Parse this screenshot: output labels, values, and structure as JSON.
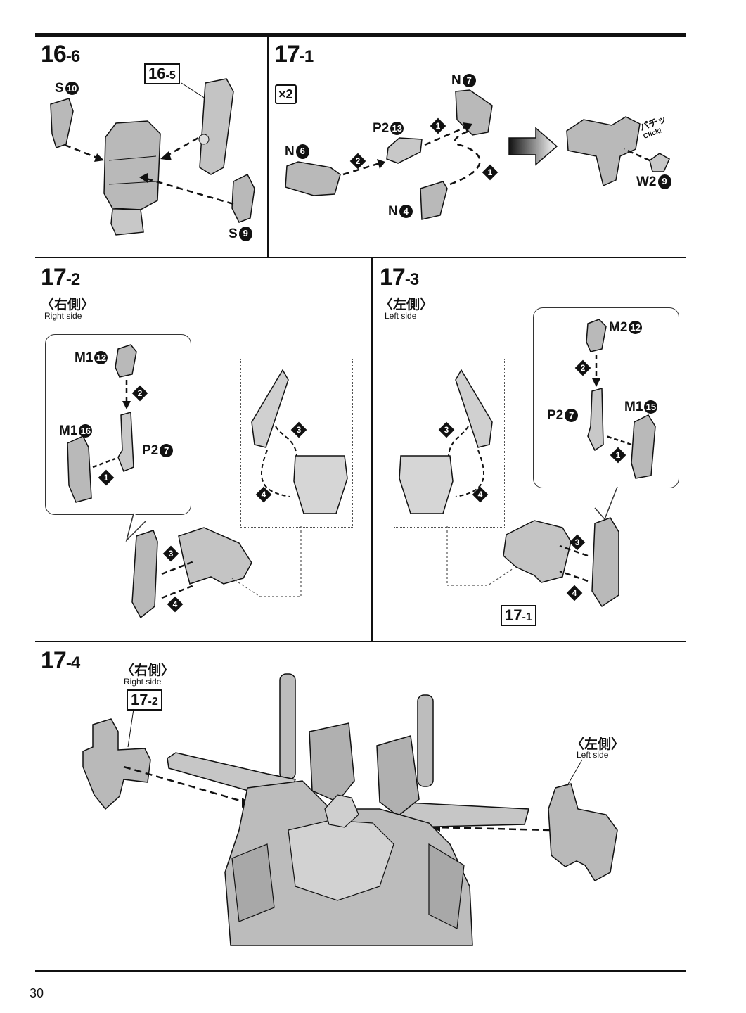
{
  "page_number": "30",
  "multiplier": "×2",
  "click_text": {
    "jp": "パチッ",
    "en": "Click!"
  },
  "steps": {
    "s16_6": {
      "major": "16",
      "minor": "-6",
      "ref": {
        "major": "16",
        "minor": "-5"
      },
      "parts": {
        "s10": {
          "label": "S",
          "num": "10"
        },
        "s9": {
          "label": "S",
          "num": "9"
        }
      }
    },
    "s17_1": {
      "major": "17",
      "minor": "-1",
      "parts": {
        "n7": {
          "label": "N",
          "num": "7"
        },
        "p2_13": {
          "label": "P2",
          "num": "13"
        },
        "n6": {
          "label": "N",
          "num": "6"
        },
        "n4": {
          "label": "N",
          "num": "4"
        },
        "w2_9": {
          "label": "W2",
          "num": "9"
        }
      },
      "markers": [
        "1",
        "2",
        "1"
      ]
    },
    "s17_2": {
      "major": "17",
      "minor": "-2",
      "side_jp": "〈右側〉",
      "side_en": "Right side",
      "parts": {
        "m1_12": {
          "label": "M1",
          "num": "12"
        },
        "m1_16": {
          "label": "M1",
          "num": "16"
        },
        "p2_7": {
          "label": "P2",
          "num": "7"
        }
      },
      "markers": [
        "2",
        "1",
        "3",
        "4",
        "3",
        "4"
      ]
    },
    "s17_3": {
      "major": "17",
      "minor": "-3",
      "side_jp": "〈左側〉",
      "side_en": "Left side",
      "ref": {
        "major": "17",
        "minor": "-1"
      },
      "parts": {
        "m2_12": {
          "label": "M2",
          "num": "12"
        },
        "p2_7": {
          "label": "P2",
          "num": "7"
        },
        "m1_15": {
          "label": "M1",
          "num": "15"
        }
      },
      "markers": [
        "2",
        "1",
        "3",
        "4",
        "3",
        "4"
      ]
    },
    "s17_4": {
      "major": "17",
      "minor": "-4",
      "right_jp": "〈右側〉",
      "right_en": "Right side",
      "left_jp": "〈左側〉",
      "left_en": "Left side",
      "ref": {
        "major": "17",
        "minor": "-2"
      }
    }
  },
  "colors": {
    "line": "#111111",
    "part_fill": "#b9b9b9",
    "part_light": "#dcdcdc",
    "part_dark": "#8e8e8e"
  }
}
